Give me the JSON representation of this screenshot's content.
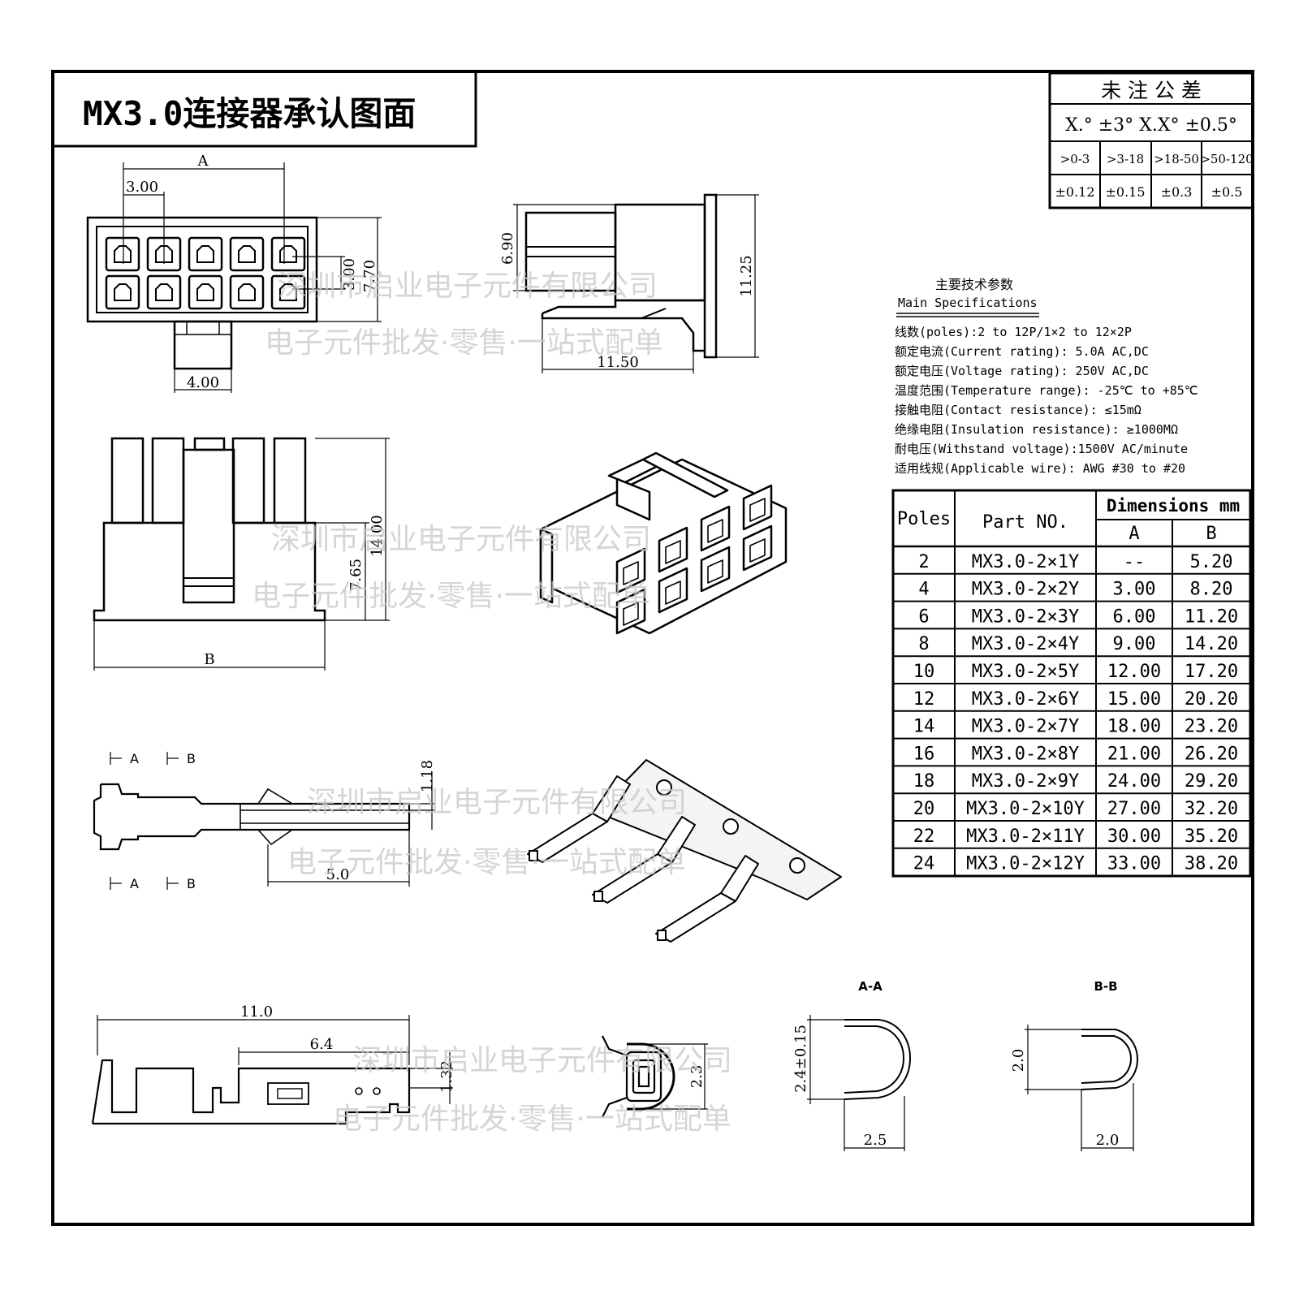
{
  "title": "MX3.0连接器承认图面",
  "tolerance": {
    "header": "未 注 公 差",
    "angle_row": "X.° ±3° X.X° ±0.5°",
    "ranges": [
      ">0-3",
      ">3-18",
      ">18-50",
      ">50-120"
    ],
    "values": [
      "±0.12",
      "±0.15",
      "±0.3",
      "±0.5"
    ]
  },
  "specs": {
    "title_cn": "主要技术参数",
    "title_en": "Main Specifications",
    "lines": [
      "线数(poles):2 to 12P/1×2 to 12×2P",
      "额定电流(Current rating): 5.0A AC,DC",
      "额定电压(Voltage rating): 250V AC,DC",
      "温度范围(Temperature range): -25℃ to +85℃",
      "接触电阻(Contact resistance): ≤15mΩ",
      "绝缘电阻(Insulation resistance): ≥1000MΩ",
      "耐电压(Withstand voltage):1500V AC/minute",
      "适用线规(Applicable wire): AWG #30 to #20"
    ]
  },
  "dim_table": {
    "headers": {
      "poles": "Poles",
      "part": "Part NO.",
      "dims": "Dimensions mm",
      "a": "A",
      "b": "B"
    },
    "rows": [
      [
        "2",
        "MX3.0-2×1Y",
        "--",
        "5.20"
      ],
      [
        "4",
        "MX3.0-2×2Y",
        "3.00",
        "8.20"
      ],
      [
        "6",
        "MX3.0-2×3Y",
        "6.00",
        "11.20"
      ],
      [
        "8",
        "MX3.0-2×4Y",
        "9.00",
        "14.20"
      ],
      [
        "10",
        "MX3.0-2×5Y",
        "12.00",
        "17.20"
      ],
      [
        "12",
        "MX3.0-2×6Y",
        "15.00",
        "20.20"
      ],
      [
        "14",
        "MX3.0-2×7Y",
        "18.00",
        "23.20"
      ],
      [
        "16",
        "MX3.0-2×8Y",
        "21.00",
        "26.20"
      ],
      [
        "18",
        "MX3.0-2×9Y",
        "24.00",
        "29.20"
      ],
      [
        "20",
        "MX3.0-2×10Y",
        "27.00",
        "32.20"
      ],
      [
        "22",
        "MX3.0-2×11Y",
        "30.00",
        "35.20"
      ],
      [
        "24",
        "MX3.0-2×12Y",
        "33.00",
        "38.20"
      ]
    ]
  },
  "dims": {
    "front_A": "A",
    "front_pitch": "3.00",
    "front_row": "3.00",
    "front_height": "7.70",
    "front_latch": "4.00",
    "side_690": "6.90",
    "side_1125": "11.25",
    "side_1150": "11.50",
    "bottom_1400": "14.00",
    "bottom_765": "7.65",
    "bottom_B": "B",
    "term_118": "1.18",
    "term_50": "5.0",
    "sec_A": "A",
    "sec_B": "B",
    "term_110": "11.0",
    "term_64": "6.4",
    "term_132": "1.32",
    "end_23": "2.3",
    "aa_title": "A-A",
    "aa_h": "2.4±0.15",
    "aa_w": "2.5",
    "bb_title": "B-B",
    "bb_h": "2.0",
    "bb_w": "2.0"
  },
  "watermark": {
    "line1": "深圳市启业电子元件有限公司",
    "line2": "电子元件批发·零售·一站式配单"
  }
}
